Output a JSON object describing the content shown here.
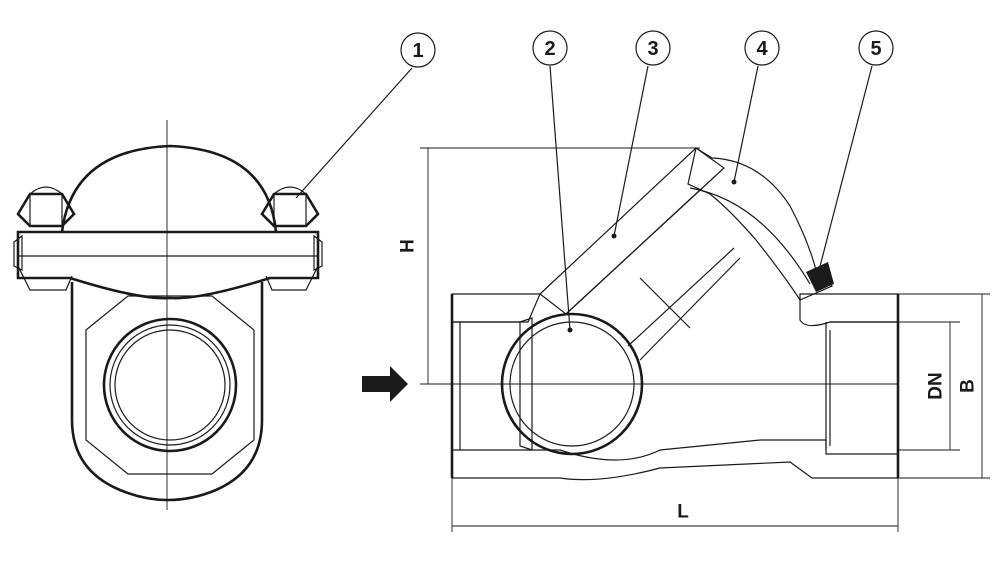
{
  "callouts": [
    "1",
    "2",
    "3",
    "4",
    "5"
  ],
  "dimensions": {
    "height": "H",
    "nominal_diameter": "DN",
    "width": "B",
    "length": "L"
  },
  "colors": {
    "ink": "#1a1a1a",
    "background": "#ffffff"
  },
  "icons": {
    "flow_direction": "arrow-right-icon"
  }
}
